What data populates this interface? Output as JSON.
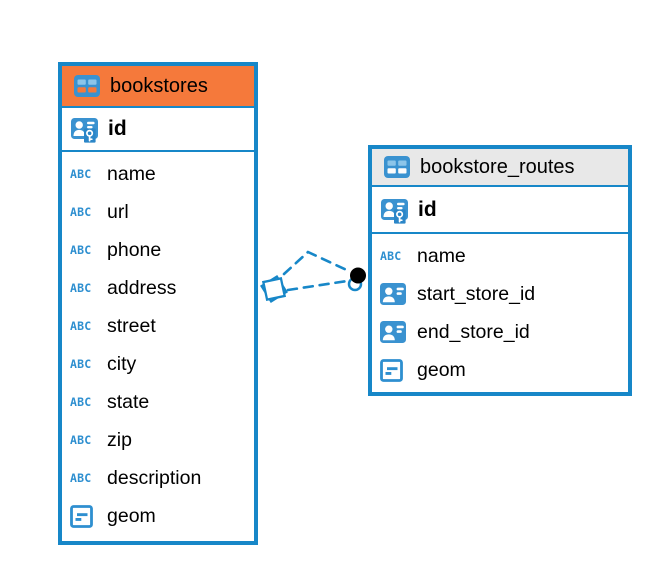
{
  "app": {
    "view": "entity-relationship-diagram"
  },
  "colors": {
    "table_border": "#1787C8",
    "bookstores_header": "#F5793B",
    "bookstore_routes_header": "#E8E8E8",
    "icon_blue": "#2E8FD0",
    "connector_line": "#1787C8",
    "connector_dot": "#000000",
    "text": "#000000",
    "canvas_background": "#FFFFFF"
  },
  "icons": {
    "abc_label": "ABC"
  },
  "tables": [
    {
      "name": "bookstores",
      "primary_key": "id",
      "columns": [
        "name",
        "url",
        "phone",
        "address",
        "street",
        "city",
        "state",
        "zip",
        "description",
        "geom"
      ],
      "column_types": [
        "text",
        "text",
        "text",
        "text",
        "text",
        "text",
        "text",
        "text",
        "text",
        "geometry"
      ]
    },
    {
      "name": "bookstore_routes",
      "primary_key": "id",
      "columns": [
        "name",
        "start_store_id",
        "end_store_id",
        "geom"
      ],
      "column_types": [
        "text",
        "reference",
        "reference",
        "geometry"
      ]
    }
  ],
  "relationship": {
    "between": [
      "bookstores",
      "bookstore_routes"
    ],
    "line_style": "dashed",
    "branch_count": 2,
    "markers": [
      "diamond",
      "black-dot"
    ]
  }
}
